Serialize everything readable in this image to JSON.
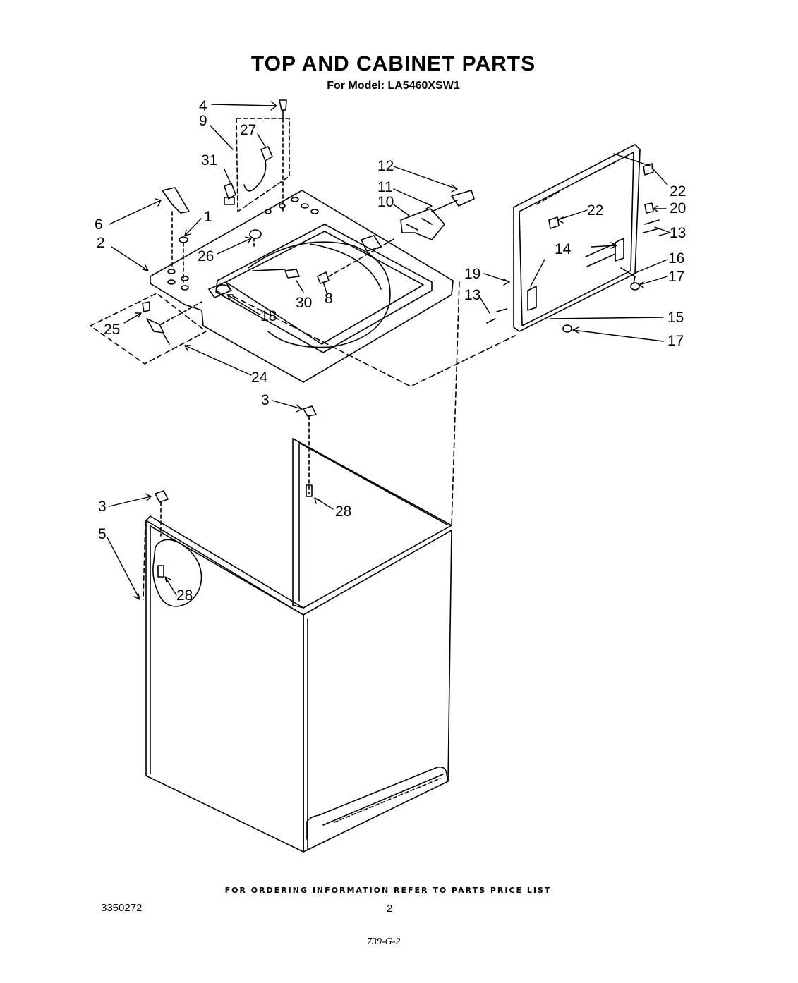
{
  "title": "TOP AND CABINET PARTS",
  "subtitle": "For Model: LA5460XSW1",
  "callouts": {
    "c1": "1",
    "c2": "2",
    "c3a": "3",
    "c3b": "3",
    "c4": "4",
    "c5": "5",
    "c6": "6",
    "c8": "8",
    "c9": "9",
    "c10": "10",
    "c11": "11",
    "c12": "12",
    "c13a": "13",
    "c13b": "13",
    "c14": "14",
    "c15": "15",
    "c16": "16",
    "c17a": "17",
    "c17b": "17",
    "c18": "18",
    "c19": "19",
    "c20": "20",
    "c22a": "22",
    "c22b": "22",
    "c24": "24",
    "c25": "25",
    "c26": "26",
    "c27": "27",
    "c28a": "28",
    "c28b": "28",
    "c30": "30",
    "c31": "31"
  },
  "footer": {
    "ordering_note": "FOR ORDERING INFORMATION REFER TO PARTS PRICE LIST",
    "doc_number": "3350272",
    "page_number": "2",
    "handwritten_code": "739-G-2"
  }
}
